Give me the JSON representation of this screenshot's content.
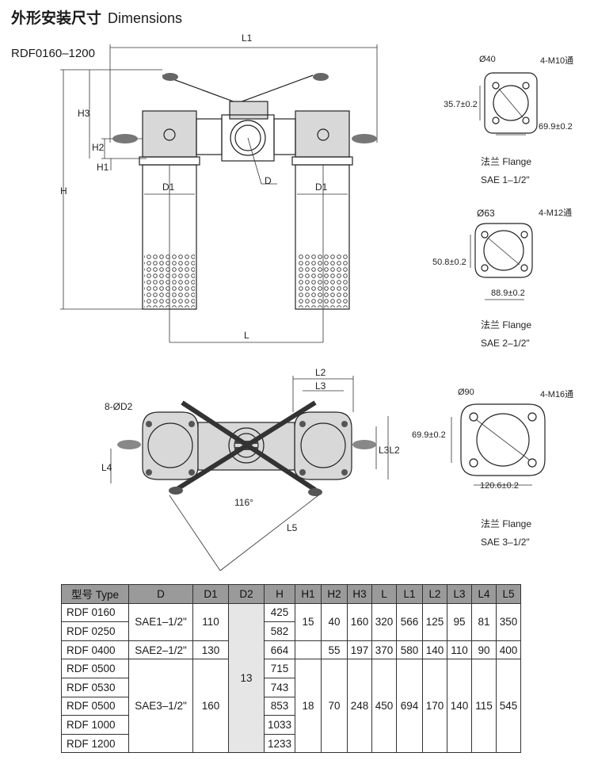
{
  "title": {
    "cn": "外形安装尺寸",
    "en": "Dimensions"
  },
  "model_range": "RDF0160–1200",
  "drawing_labels": {
    "L1": "L1",
    "H3": "H3",
    "H2": "H2",
    "H1": "H1",
    "H": "H",
    "D1_left": "D1",
    "D1_right": "D1",
    "D": "D",
    "L": "L",
    "L2": "L2",
    "L3": "L3",
    "L3L2": "L3L2",
    "bolt": "8-ØD2",
    "L4": "L4",
    "L5": "L5",
    "angle": "116°"
  },
  "flanges": [
    {
      "dia": "Ø40",
      "bolts": "4-M10通",
      "dim_v": "35.7±0.2",
      "dim_h": "69.9±0.2",
      "caption1": "法兰 Flange",
      "caption2": "SAE 1–1/2\""
    },
    {
      "dia": "Ø63",
      "bolts": "4-M12通",
      "dim_v": "50.8±0.2",
      "dim_h": "88.9±0.2",
      "caption1": "法兰 Flange",
      "caption2": "SAE 2–1/2\""
    },
    {
      "dia": "Ø90",
      "bolts": "4-M16通",
      "dim_v": "69.9±0.2",
      "dim_h": "120.6±0.2",
      "caption1": "法兰 Flange",
      "caption2": "SAE 3–1/2\""
    }
  ],
  "table": {
    "headers": [
      "型号 Type",
      "D",
      "D1",
      "D2",
      "H",
      "H1",
      "H2",
      "H3",
      "L",
      "L1",
      "L2",
      "L3",
      "L4",
      "L5"
    ],
    "types": [
      "RDF 0160",
      "RDF 0250",
      "RDF 0400",
      "RDF 0500",
      "RDF 0530",
      "RDF 0500",
      "RDF 1000",
      "RDF 1200"
    ],
    "H": [
      "425",
      "582",
      "664",
      "715",
      "743",
      "853",
      "1033",
      "1233"
    ],
    "D_groups": [
      "SAE1–1/2\"",
      "SAE2–1/2\"",
      "SAE3–1/2\""
    ],
    "D1_groups": [
      "110",
      "130",
      "160"
    ],
    "D2": "13",
    "group1": {
      "H1": "15",
      "H2": "40",
      "H3": "160",
      "L": "320",
      "L1": "566",
      "L2": "125",
      "L3": "95",
      "L4": "81",
      "L5": "350"
    },
    "group2": {
      "H2": "55",
      "H3": "197",
      "L": "370",
      "L1": "580",
      "L2": "140",
      "L3": "110",
      "L4": "90",
      "L5": "400"
    },
    "group3": {
      "H1": "18",
      "H2": "70",
      "H3": "248",
      "L": "450",
      "L1": "694",
      "L2": "170",
      "L3": "140",
      "L4": "115",
      "L5": "545"
    }
  }
}
